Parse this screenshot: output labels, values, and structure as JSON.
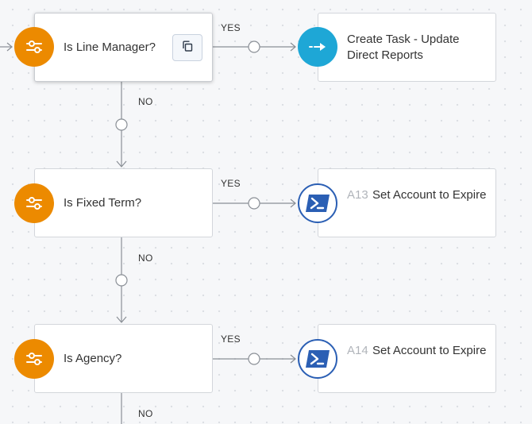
{
  "conditions": [
    {
      "label": "Is Line Manager?",
      "copy_tooltip_icon": "copy-icon"
    },
    {
      "label": "Is Fixed Term?"
    },
    {
      "label": "Is Agency?"
    }
  ],
  "actions": [
    {
      "code": "",
      "label": "Create Task - Update Direct Reports",
      "icon": "arrow-right-icon"
    },
    {
      "code": "A13",
      "label": "Set Account to Expire",
      "icon": "powershell-icon"
    },
    {
      "code": "A14",
      "label": "Set Account to Expire",
      "icon": "powershell-icon"
    }
  ],
  "branches": {
    "yes": [
      "YES",
      "YES",
      "YES"
    ],
    "no": [
      "NO",
      "NO",
      "NO"
    ]
  },
  "colors": {
    "condition_icon": "#ec8a00",
    "task_icon": "#1ea7d6",
    "powershell_border": "#2b5fb4",
    "connector": "#8a8f96"
  }
}
